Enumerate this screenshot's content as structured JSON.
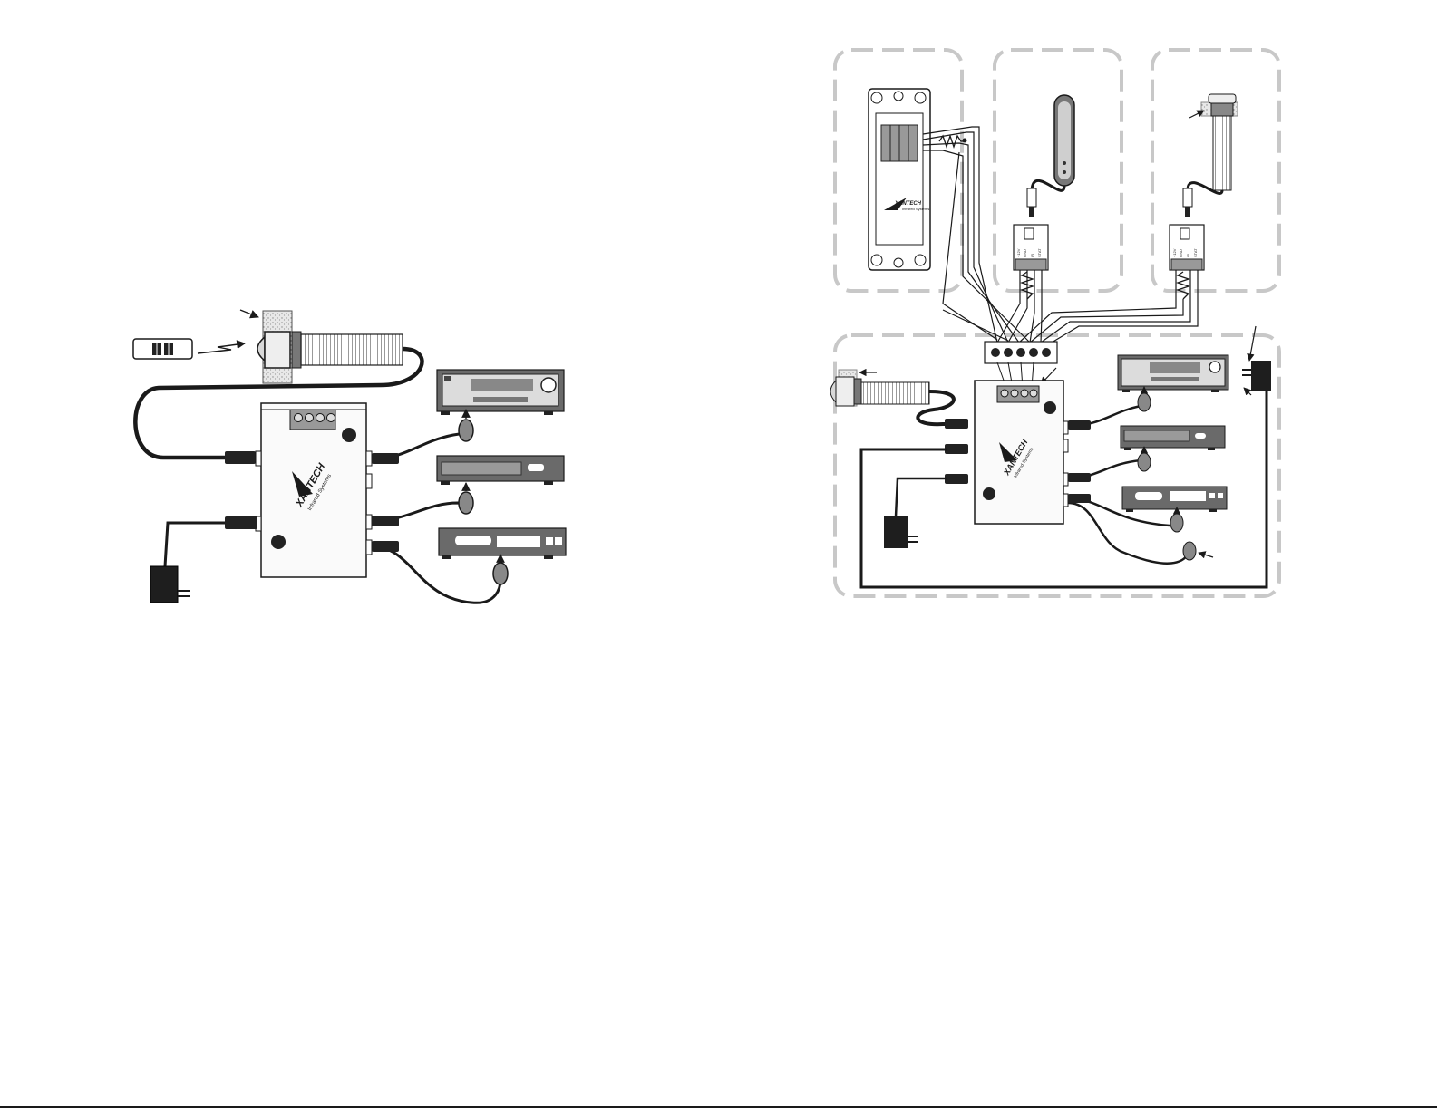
{
  "diagram_left": {
    "hub_brand": "XANTECH",
    "hub_subtitle": "Infrared Systems"
  },
  "diagram_right": {
    "keypad_brand": "XANTECH",
    "keypad_subtitle": "Infrared Systems",
    "hub_brand": "XANTECH",
    "hub_subtitle": "Infrared Systems",
    "connector_pins": [
      "+12V",
      "GND",
      "IR",
      "STAT"
    ]
  },
  "colors": {
    "line": "#1a1a1a",
    "device_face": "#6a6a6a",
    "device_dark": "#3a3a3a",
    "zone_dash": "#c8c8c8",
    "hub_body": "#fafafa"
  }
}
